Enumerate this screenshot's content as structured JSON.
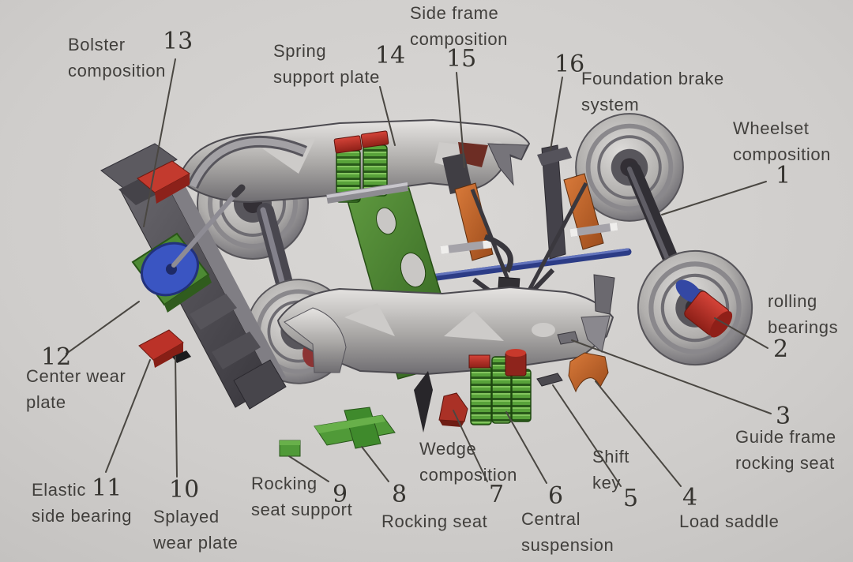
{
  "labels": [
    {
      "num": "1",
      "text": "Wheelset\ncomposition"
    },
    {
      "num": "2",
      "text": "rolling\nbearings"
    },
    {
      "num": "3",
      "text": "Guide frame\nrocking seat"
    },
    {
      "num": "4",
      "text": "Load saddle"
    },
    {
      "num": "5",
      "text": "Shift\nkey"
    },
    {
      "num": "6",
      "text": "Central\nsuspension"
    },
    {
      "num": "7",
      "text": "Wedge\ncomposition"
    },
    {
      "num": "8",
      "text": "Rocking seat"
    },
    {
      "num": "9",
      "text": "Rocking\nseat support"
    },
    {
      "num": "10",
      "text": "Splayed\nwear plate"
    },
    {
      "num": "11",
      "text": "Elastic\nside bearing"
    },
    {
      "num": "12",
      "text": "Center wear\nplate"
    },
    {
      "num": "13",
      "text": "Bolster\ncomposition"
    },
    {
      "num": "14",
      "text": "Spring\nsupport plate"
    },
    {
      "num": "15",
      "text": "Side frame\ncomposition"
    },
    {
      "num": "16",
      "text": "Foundation brake\nsystem"
    }
  ],
  "colors": {
    "background": "#d2d0ce",
    "label_text": "#413f3c",
    "leader_line": "#4a4742",
    "frame_silver": "#a8a6a4",
    "plank_green": "#4f8c36",
    "spring_green": "#58a23a",
    "part_red": "#bb3228",
    "part_orange": "#c9762f",
    "rod_blue": "#2c3c86",
    "disc_blue": "#3a55c2"
  }
}
